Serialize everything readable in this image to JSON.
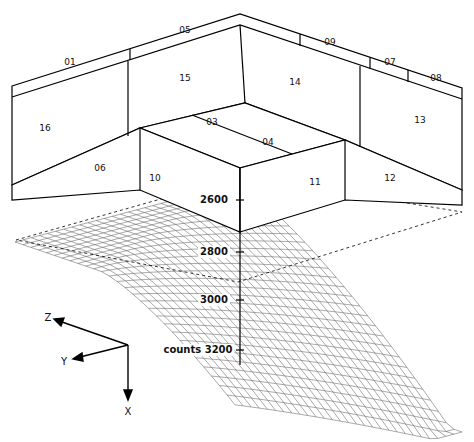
{
  "diagram": {
    "labels": [
      "01",
      "05",
      "09",
      "07",
      "08",
      "16",
      "15",
      "14",
      "13",
      "03",
      "04",
      "06",
      "10",
      "11",
      "12",
      "2600",
      "2800",
      "3000",
      "counts 3200",
      "Z",
      "Y",
      "X"
    ]
  }
}
